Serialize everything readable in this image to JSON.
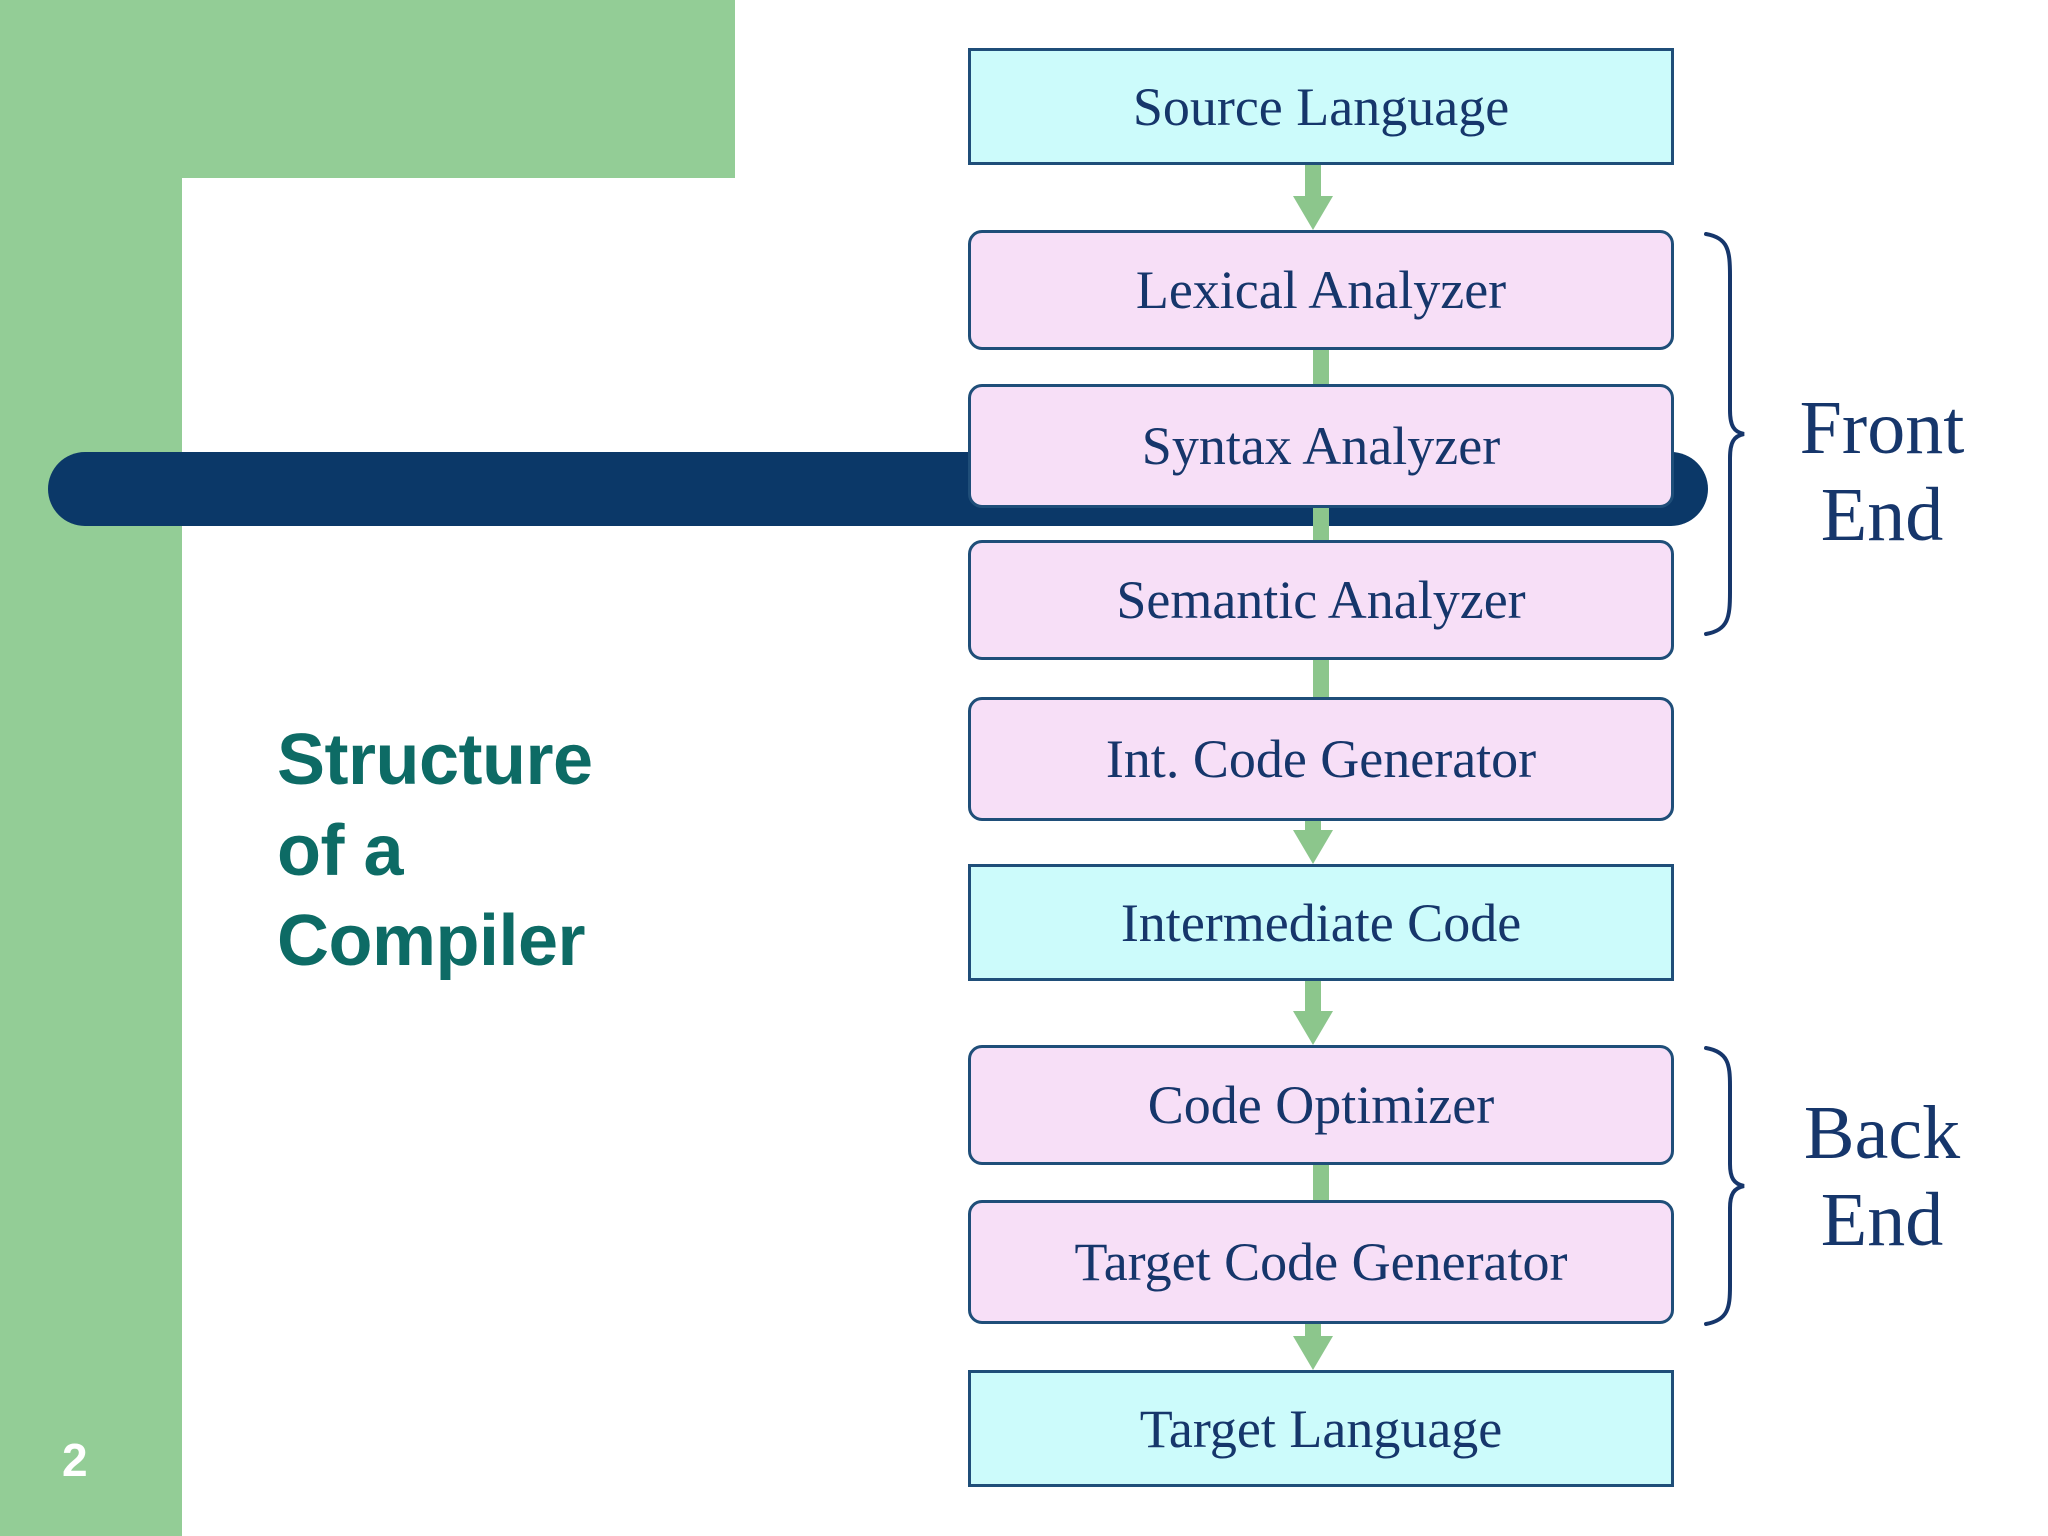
{
  "slide": {
    "page_number": "2",
    "title_lines": [
      "Structure",
      "of a",
      "Compiler"
    ],
    "accent_green": "#93CD96",
    "accent_navy": "#0B3868",
    "title_color": "#0D6B65",
    "io_fill": "#CCFBFB",
    "phase_fill": "#F7DFF7",
    "border_color": "#1F4E79",
    "connector_color": "#8CC68C"
  },
  "diagram": {
    "type": "flowchart",
    "orientation": "vertical",
    "nodes": [
      {
        "id": "source",
        "label": "Source Language",
        "kind": "io"
      },
      {
        "id": "lexical",
        "label": "Lexical Analyzer",
        "kind": "phase"
      },
      {
        "id": "syntax",
        "label": "Syntax Analyzer",
        "kind": "phase"
      },
      {
        "id": "semantic",
        "label": "Semantic Analyzer",
        "kind": "phase"
      },
      {
        "id": "intgen",
        "label": "Int. Code Generator",
        "kind": "phase"
      },
      {
        "id": "intcode",
        "label": "Intermediate Code",
        "kind": "io"
      },
      {
        "id": "optim",
        "label": "Code Optimizer",
        "kind": "phase"
      },
      {
        "id": "targen",
        "label": "Target Code Generator",
        "kind": "phase"
      },
      {
        "id": "target",
        "label": "Target Language",
        "kind": "io"
      }
    ],
    "edges": [
      {
        "from": "source",
        "to": "lexical",
        "style": "arrow"
      },
      {
        "from": "lexical",
        "to": "syntax",
        "style": "stub"
      },
      {
        "from": "syntax",
        "to": "semantic",
        "style": "stub"
      },
      {
        "from": "semantic",
        "to": "intgen",
        "style": "stub"
      },
      {
        "from": "intgen",
        "to": "intcode",
        "style": "arrow"
      },
      {
        "from": "intcode",
        "to": "optim",
        "style": "arrow"
      },
      {
        "from": "optim",
        "to": "targen",
        "style": "stub"
      },
      {
        "from": "targen",
        "to": "target",
        "style": "arrow"
      }
    ],
    "groups": [
      {
        "id": "front-end",
        "lines": [
          "Front",
          "End"
        ],
        "members": [
          "lexical",
          "syntax",
          "semantic",
          "intgen"
        ]
      },
      {
        "id": "back-end",
        "lines": [
          "Back",
          "End"
        ],
        "members": [
          "optim",
          "targen"
        ]
      }
    ]
  }
}
